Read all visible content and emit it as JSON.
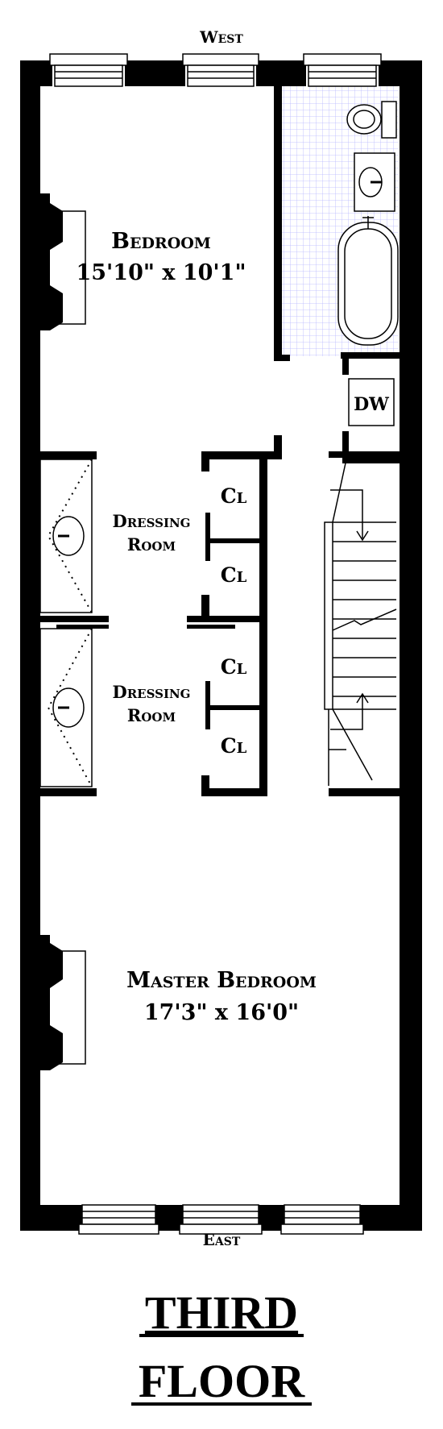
{
  "compass": {
    "north": "West",
    "south": "East"
  },
  "rooms": {
    "bedroom": {
      "name": "Bedroom",
      "size": "15'10\" x 10'1\""
    },
    "dressing_room_1": {
      "name": "Dressing Room"
    },
    "dressing_room_2": {
      "name": "Dressing Room"
    },
    "master_bedroom": {
      "name": "Master Bedroom",
      "size": "17'3\" x 16'0\""
    }
  },
  "closets": [
    "Cl",
    "Cl",
    "Cl",
    "Cl"
  ],
  "appliance": "DW",
  "title": {
    "line1": "THIRD",
    "line2": "FLOOR"
  },
  "colors": {
    "wall": "#000000",
    "tile": "#b8b8ff"
  }
}
